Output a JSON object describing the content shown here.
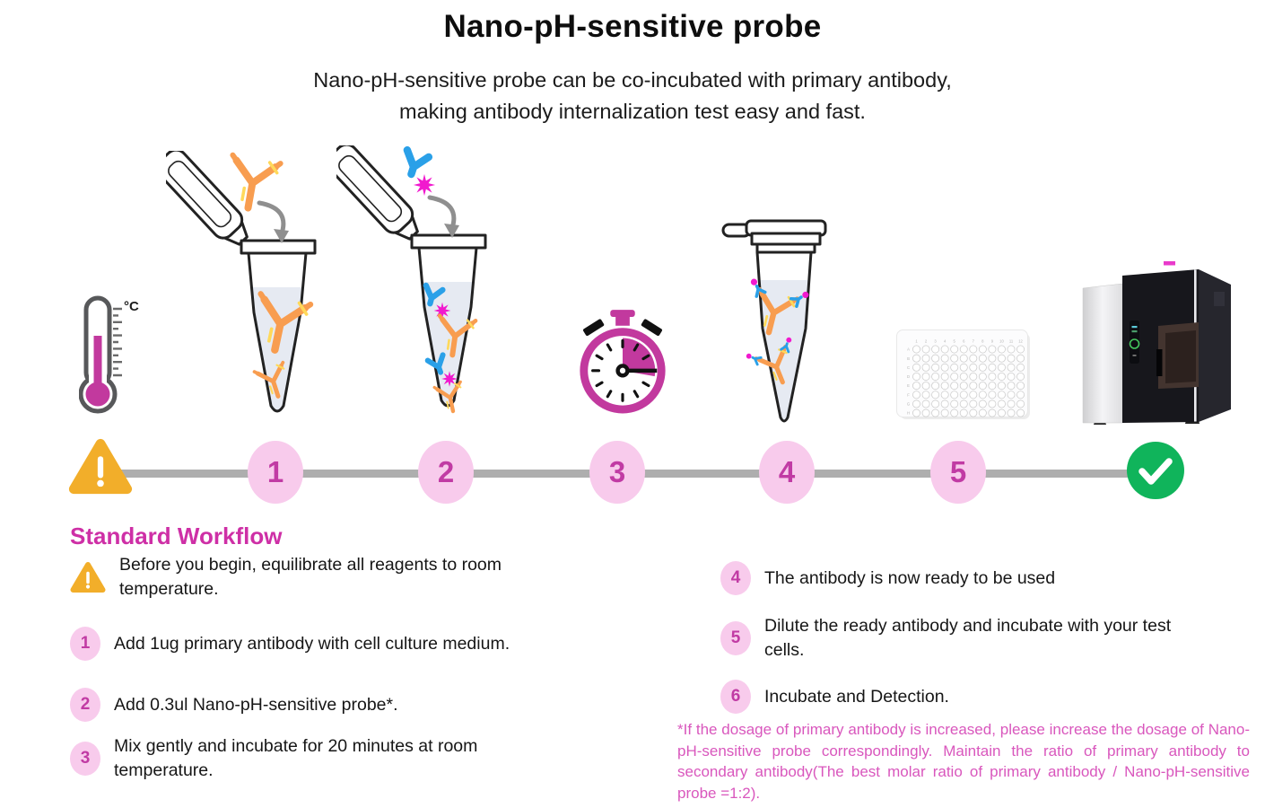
{
  "header": {
    "title": "Nano-pH-sensitive probe",
    "subtitle_line1": "Nano-pH-sensitive probe can be co-incubated with primary antibody,",
    "subtitle_line2": "making antibody internalization test easy and fast."
  },
  "icons": {
    "thermometer_unit": "°C"
  },
  "timeline": {
    "step_labels": [
      "1",
      "2",
      "3",
      "4",
      "5"
    ]
  },
  "workflow": {
    "heading": "Standard Workflow",
    "steps": [
      {
        "bullet": "!",
        "text": "Before you begin, equilibrate all reagents to room temperature."
      },
      {
        "bullet": "1",
        "text": "Add 1ug primary antibody with cell culture medium."
      },
      {
        "bullet": "2",
        "text": "Add 0.3ul Nano-pH-sensitive probe*."
      },
      {
        "bullet": "3",
        "text": "Mix gently and incubate for 20 minutes at room temperature."
      },
      {
        "bullet": "4",
        "text": "The antibody is now ready to be used"
      },
      {
        "bullet": "5",
        "text": "Dilute the ready antibody and incubate with your test cells."
      },
      {
        "bullet": "6",
        "text": "Incubate and Detection."
      }
    ],
    "footnote": "*If the dosage of primary antibody is increased, please increase the dosage of Nano-pH-sensitive probe correspondingly. Maintain the ratio of primary antibody to secondary antibody(The best molar ratio of primary antibody / Nano-pH-sensitive probe =1:2)."
  },
  "plate": {
    "row_labels": [
      "A",
      "B",
      "C",
      "D",
      "E",
      "F",
      "G",
      "H"
    ],
    "col_labels": [
      "1",
      "2",
      "3",
      "4",
      "5",
      "6",
      "7",
      "8",
      "9",
      "10",
      "11",
      "12"
    ]
  },
  "colors": {
    "accent_magenta": "#c2399e",
    "pink_light": "#f8cbec",
    "number_pink": "#c13ba4",
    "heading_pink": "#ce2fa6",
    "footnote_pink": "#d957bd",
    "warning_orange": "#f2ae2a",
    "success_green": "#10b45b",
    "timeline_gray": "#aeaeae",
    "antibody_orange": "#f89d50",
    "antibody_yellow": "#ffd95a",
    "probe_blue": "#2aa0e8",
    "star_magenta": "#f119ce",
    "liquid_gray": "#e6eaf2",
    "text_dark": "#161616"
  }
}
